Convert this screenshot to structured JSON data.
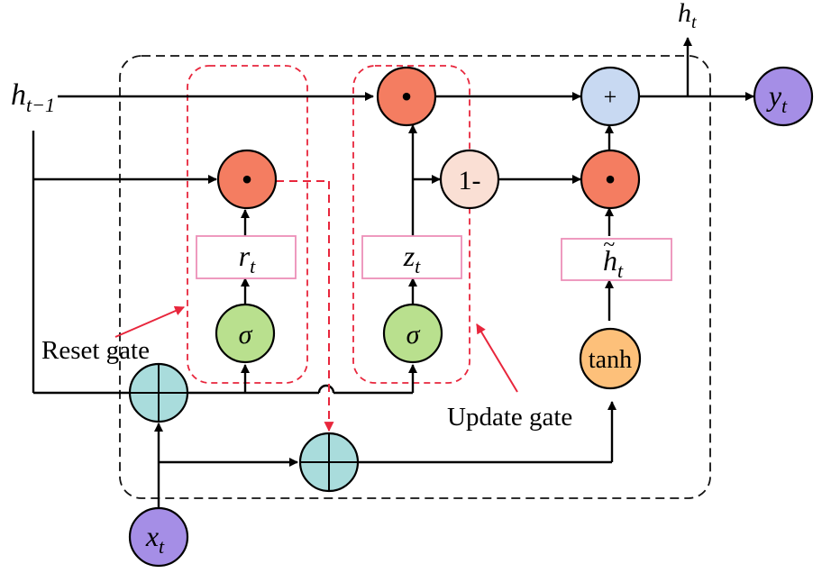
{
  "labels": {
    "h_prev_main": "h",
    "h_prev_sub": "t−1",
    "h_out_main": "h",
    "h_out_sub": "t",
    "y_out_main": "y",
    "y_out_sub": "t",
    "x_in_main": "x",
    "x_in_sub": "t",
    "r_main": "r",
    "r_sub": "t",
    "z_main": "z",
    "z_sub": "t",
    "hcand_main": "h",
    "hcand_sub": "t",
    "hcand_accent": "~",
    "sigma": "σ",
    "tanh": "tanh",
    "one_minus": "1-",
    "plus": "+",
    "dot": "•",
    "reset_gate": "Reset gate",
    "update_gate": "Update gate"
  },
  "colors": {
    "multiply_node": "#f47d61",
    "sigmoid_node": "#b9e08e",
    "adder_node": "#a9dcdc",
    "tanh_node": "#fdc07a",
    "sum_node": "#c8d9f2",
    "one_minus_node": "#fadfd4",
    "io_node": "#a58ee6",
    "gate_outline": "#e8263c",
    "state_box_outline": "#ec8fb8"
  }
}
